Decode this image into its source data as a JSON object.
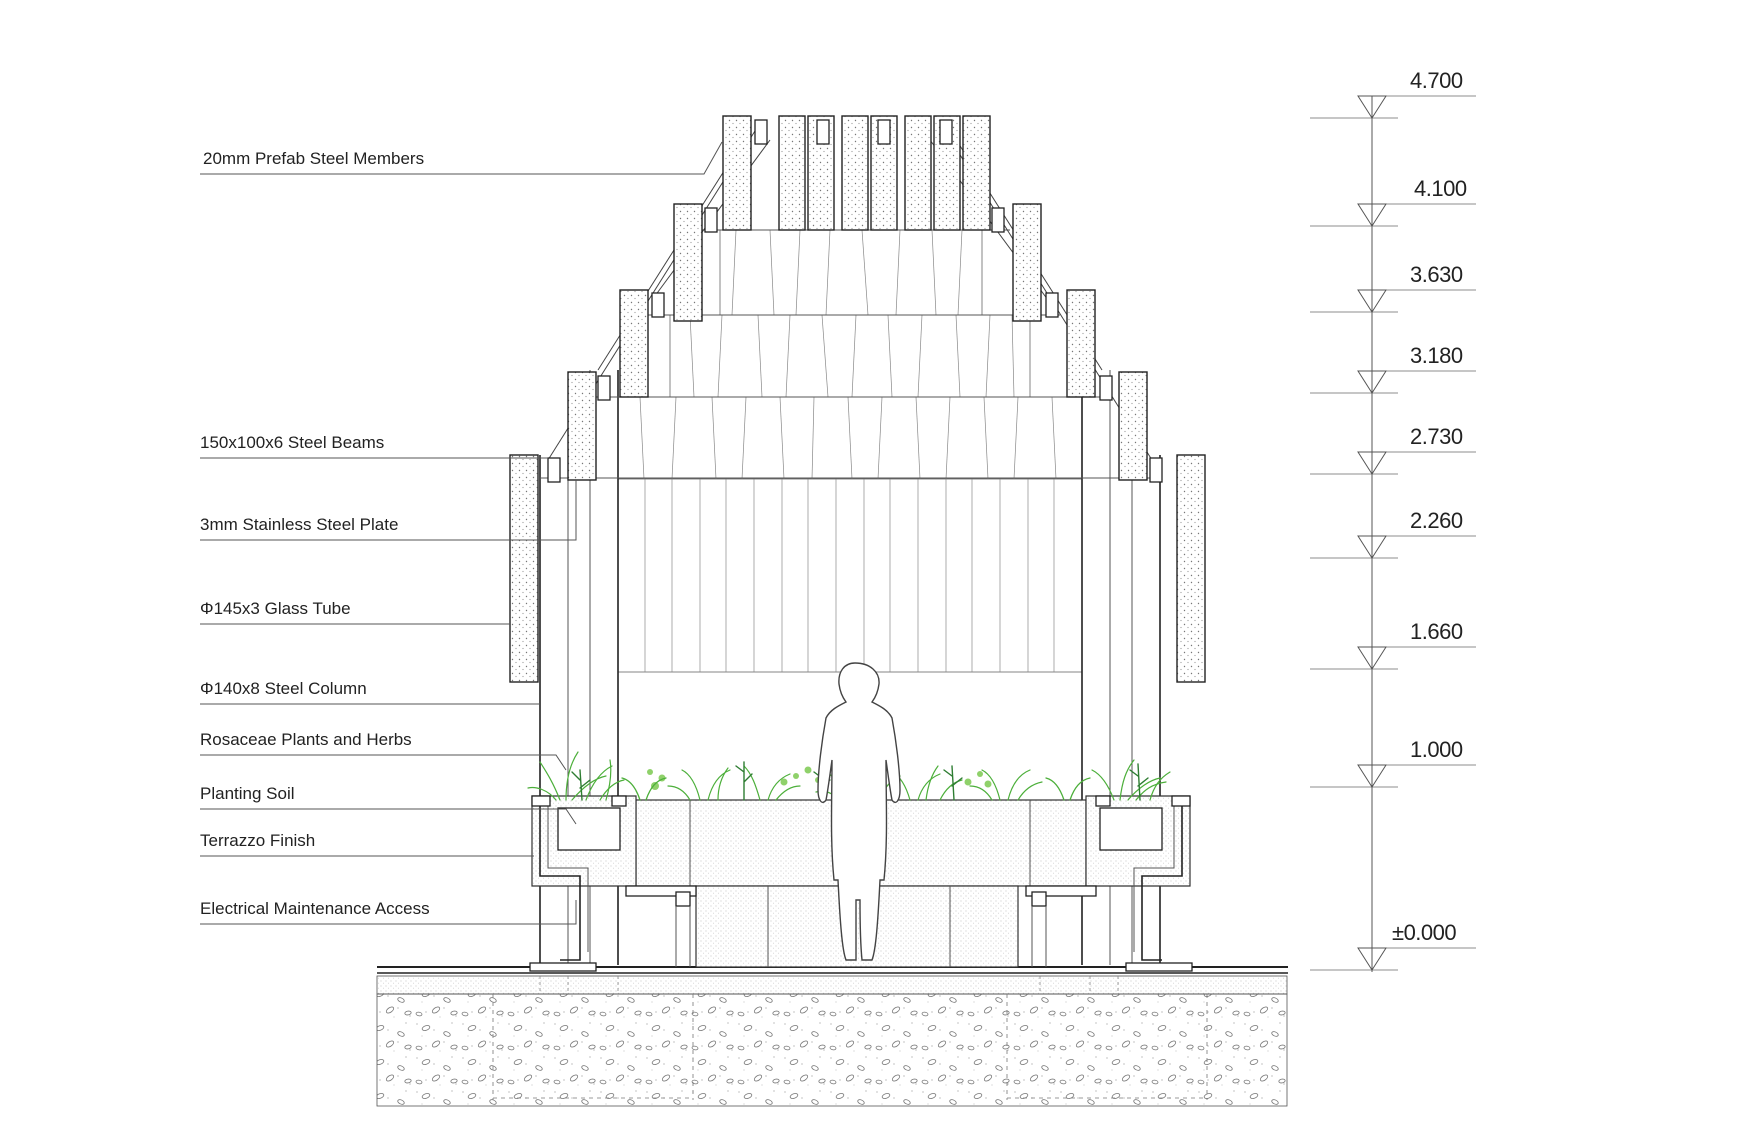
{
  "labels": [
    "20mm Prefab Steel Members",
    "150x100x6 Steel Beams",
    "3mm Stainless Steel Plate",
    "Φ145x3 Glass Tube",
    "Φ140x8 Steel Column",
    "Rosaceae Plants and Herbs",
    "Planting Soil",
    "Terrazzo Finish",
    "Electrical Maintenance Access"
  ],
  "levels": [
    "4.700",
    "4.100",
    "3.630",
    "3.180",
    "2.730",
    "2.260",
    "1.660",
    "1.000",
    "±0.000"
  ],
  "colors": {
    "line": "#555555",
    "dark": "#222222",
    "plant": "#4caf3a",
    "plant_dark": "#2e7d32",
    "plant_light": "#8fd16a"
  },
  "icons": {
    "level_marker": "inverted-triangle-icon",
    "human_silhouette": "person-silhouette-icon"
  }
}
